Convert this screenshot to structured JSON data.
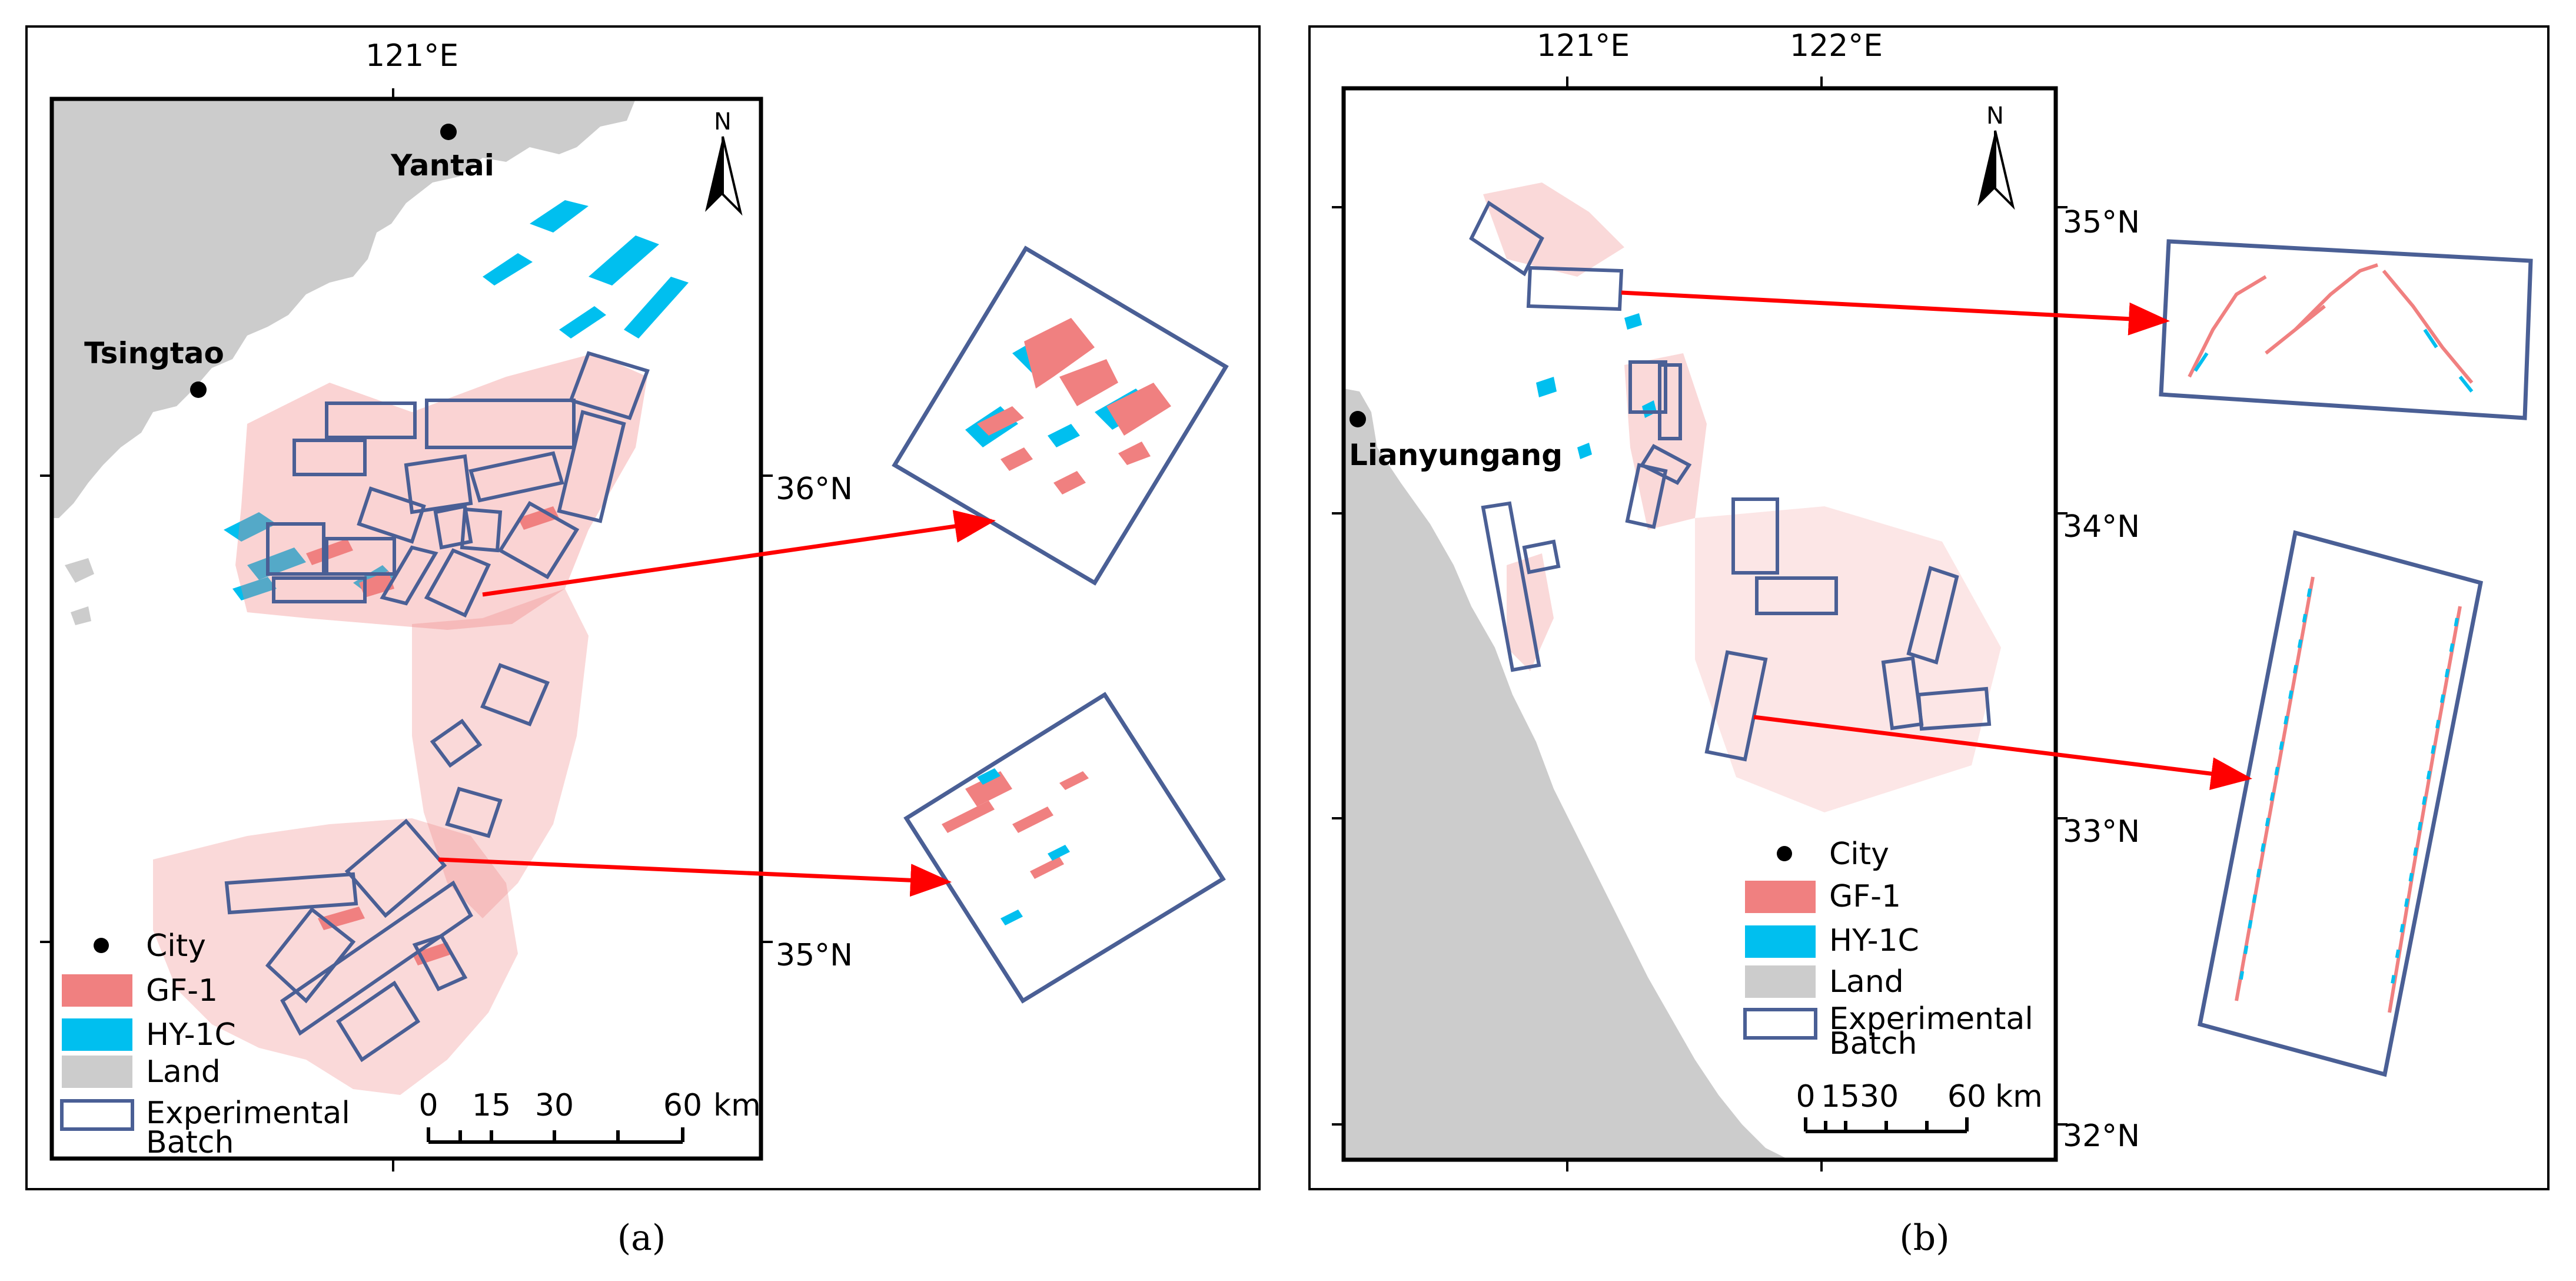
{
  "panels": [
    {
      "id": "a",
      "caption": "(a)",
      "lon_label": "121°E",
      "lat_labels": [
        "36°N",
        "35°N"
      ],
      "cities": [
        "Yantai",
        "Tsingtao"
      ],
      "north": "N",
      "legend": {
        "city": "City",
        "gf1": "GF-1",
        "hy1c": "HY-1C",
        "land": "Land",
        "batch_line1": "Experimental",
        "batch_line2": "Batch"
      },
      "scalebar": {
        "ticks": [
          "0",
          "15",
          "30",
          "60"
        ],
        "unit": "km"
      }
    },
    {
      "id": "b",
      "caption": "(b)",
      "lon_labels": [
        "121°E",
        "122°E"
      ],
      "lat_labels": [
        "35°N",
        "34°N",
        "33°N",
        "32°N"
      ],
      "cities": [
        "Lianyungang"
      ],
      "north": "N",
      "legend": {
        "city": "City",
        "gf1": "GF-1",
        "hy1c": "HY-1C",
        "land": "Land",
        "batch_line1": "Experimental",
        "batch_line2": "Batch"
      },
      "scalebar": {
        "ticks": [
          "0",
          "1530",
          "60"
        ],
        "unit": "km"
      }
    }
  ],
  "colors": {
    "gf1": "#f08080",
    "hy1c": "#00bfef",
    "land": "#cccccc",
    "batch": "#4a5f95",
    "arrow": "#ff0000"
  }
}
